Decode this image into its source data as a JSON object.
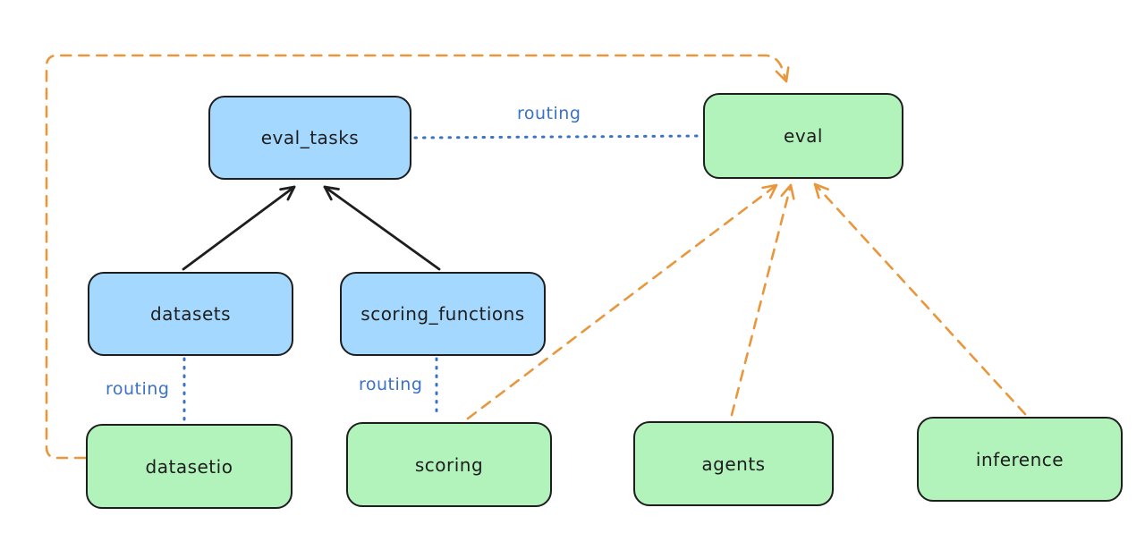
{
  "colors": {
    "registry_fill": "#a5d8ff",
    "provider_fill": "#b2f2bb",
    "stroke": "#1e1e1e",
    "routing_blue": "#3a72c4",
    "dash_orange": "#e8973d",
    "background": "#ffffff"
  },
  "nodes": {
    "eval_tasks": {
      "label": "eval_tasks"
    },
    "eval": {
      "label": "eval"
    },
    "datasets": {
      "label": "datasets"
    },
    "scoring_functions": {
      "label": "scoring_functions"
    },
    "datasetio": {
      "label": "datasetio"
    },
    "scoring": {
      "label": "scoring"
    },
    "agents": {
      "label": "agents"
    },
    "inference": {
      "label": "inference"
    }
  },
  "edge_labels": {
    "routing_eval_tasks_to_eval": "routing",
    "routing_datasets_to_datasetio": "routing",
    "routing_scoring_functions_to_scoring": "routing"
  }
}
